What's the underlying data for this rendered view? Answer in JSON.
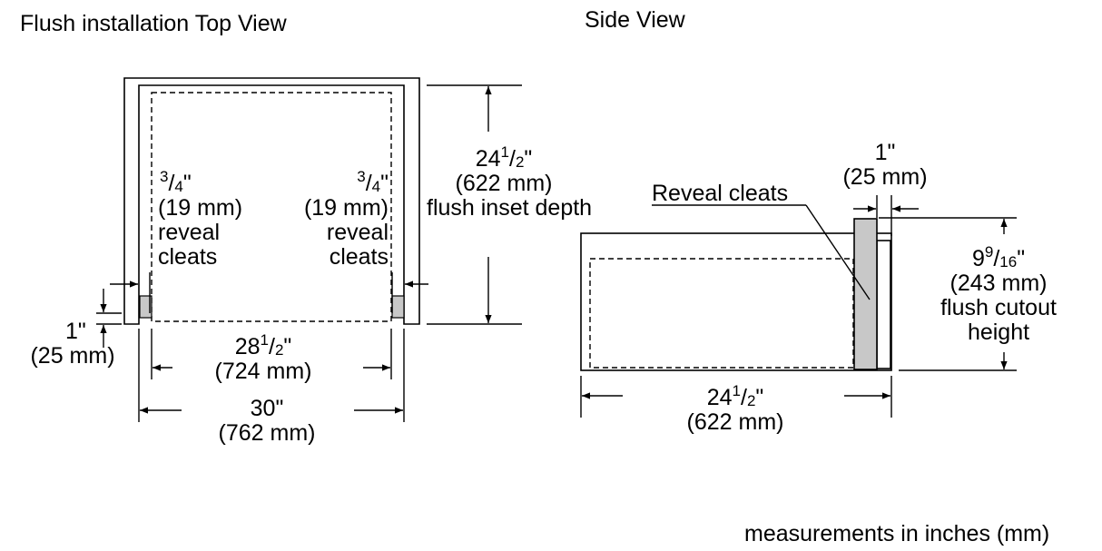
{
  "titles": {
    "top_view": "Flush installation Top View",
    "side_view": "Side View"
  },
  "footer": "measurements in inches (mm)",
  "top_view": {
    "depth": {
      "whole": "24",
      "num": "1",
      "den": "2",
      "suffix": "\"",
      "mm": "(622 mm)",
      "caption": "flush inset depth"
    },
    "reveal_left": {
      "num": "3",
      "den": "4",
      "suffix": "\"",
      "mm": "(19 mm)",
      "line1": "reveal",
      "line2": "cleats"
    },
    "reveal_right": {
      "num": "3",
      "den": "4",
      "suffix": "\"",
      "mm": "(19 mm)",
      "line1": "reveal",
      "line2": "cleats"
    },
    "front_gap": {
      "inch": "1\"",
      "mm": "(25 mm)"
    },
    "inner_width": {
      "whole": "28",
      "num": "1",
      "den": "2",
      "suffix": "\"",
      "mm": "(724 mm)"
    },
    "outer_width": {
      "inch": "30\"",
      "mm": "(762 mm)"
    }
  },
  "side_view": {
    "cleat_label": "Reveal cleats",
    "front_thickness": {
      "inch": "1\"",
      "mm": "(25 mm)"
    },
    "cutout_height": {
      "whole": "9",
      "num": "9",
      "den": "16",
      "suffix": "\"",
      "mm": "(243 mm)",
      "line1": "flush cutout",
      "line2": "height"
    },
    "depth": {
      "whole": "24",
      "num": "1",
      "den": "2",
      "suffix": "\"",
      "mm": "(622 mm)"
    }
  },
  "colors": {
    "line": "#000000",
    "cleat_fill": "#c8c8c8"
  }
}
